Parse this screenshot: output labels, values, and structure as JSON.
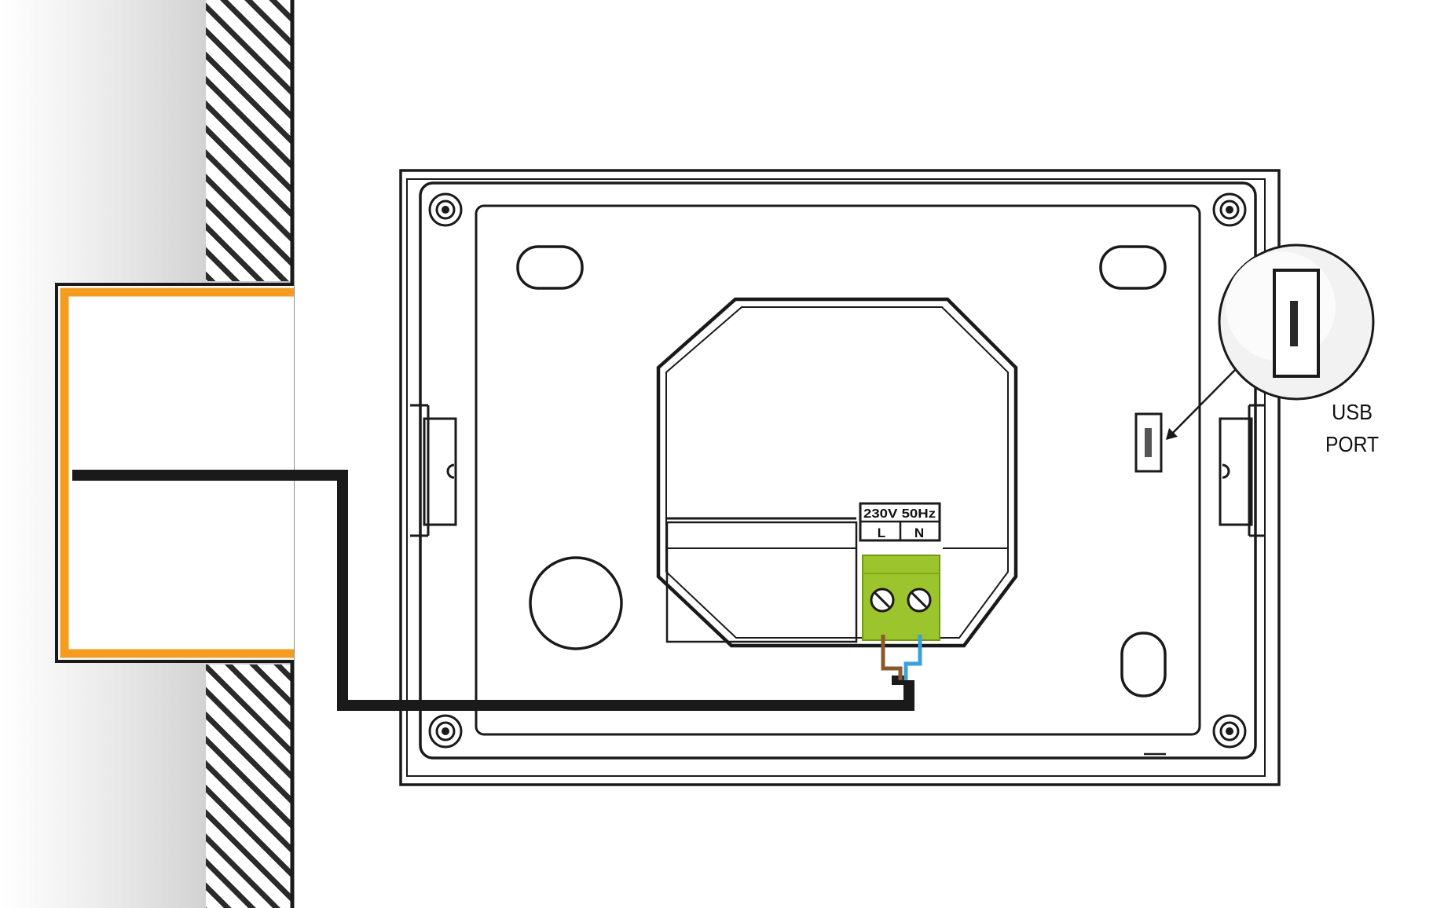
{
  "labels": {
    "usb_port_line1": "USB",
    "usb_port_line2": "PORT",
    "voltage": "230V 50Hz",
    "terminal_l": "L",
    "terminal_n": "N"
  },
  "colors": {
    "box_outline": "#f39c1f",
    "wire_main": "#1a1a1a",
    "wire_live": "#8a5a2b",
    "wire_neutral": "#3aa0dc",
    "terminal_block": "#9cc42c",
    "wall_shade": "#c9c9c9"
  }
}
